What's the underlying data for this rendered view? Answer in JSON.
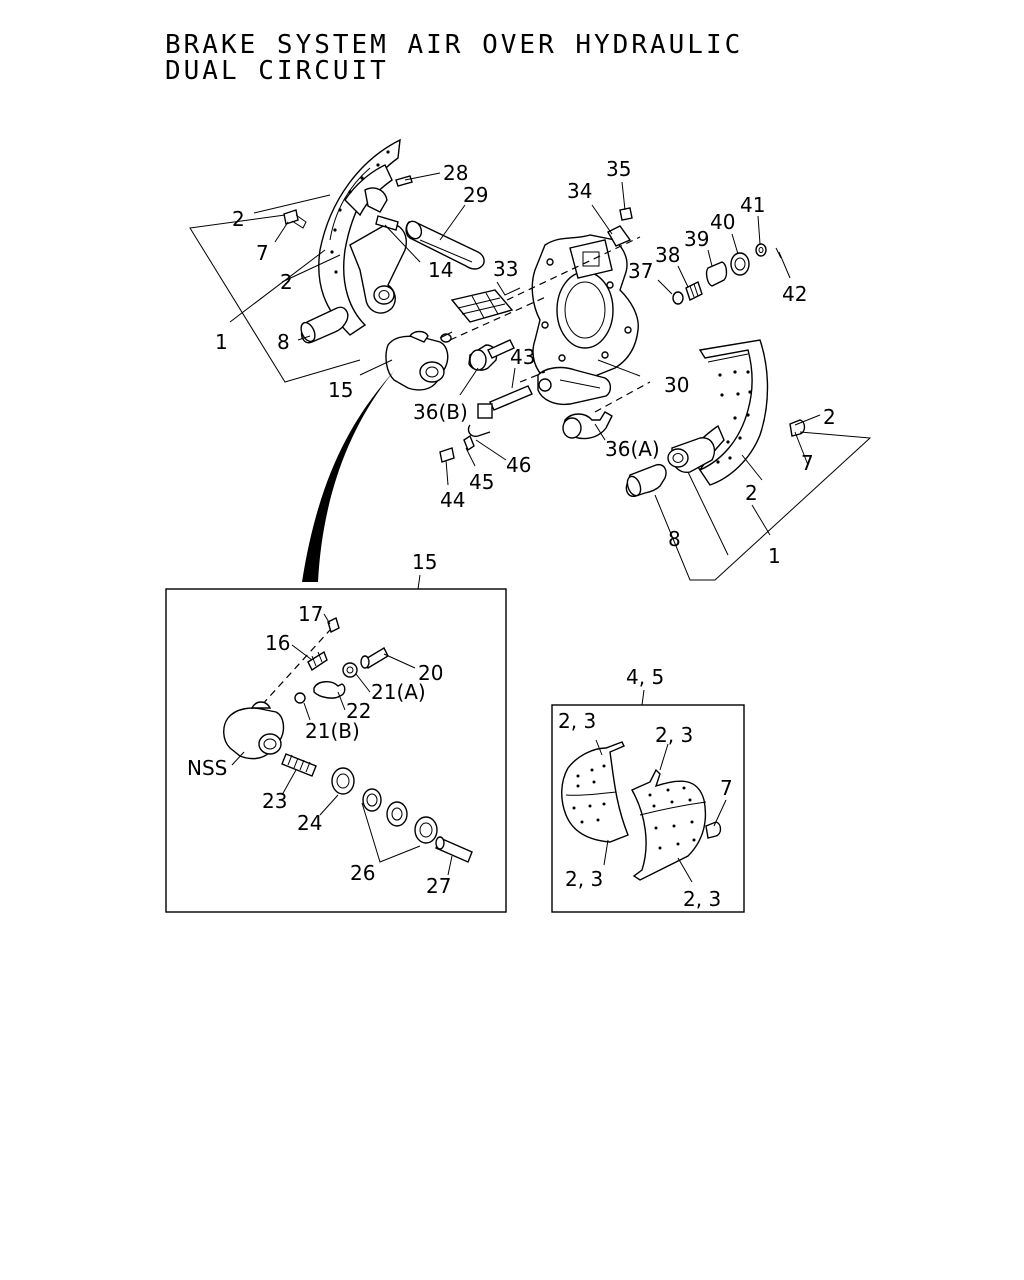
{
  "title": {
    "line1": "BRAKE SYSTEM AIR OVER HYDRAULIC",
    "line2": "DUAL CIRCUIT"
  },
  "callouts": {
    "c28": "28",
    "c29": "29",
    "c2_tl": "2",
    "c7_l": "7",
    "c2_l": "2",
    "c14": "14",
    "c1_l": "1",
    "c8_l": "8",
    "c15": "15",
    "c33": "33",
    "c34": "34",
    "c35": "35",
    "c37": "37",
    "c38": "38",
    "c39": "39",
    "c40": "40",
    "c41": "41",
    "c42": "42",
    "c43": "43",
    "c36b": "36(B)",
    "c30": "30",
    "c36a": "36(A)",
    "c46": "46",
    "c45": "45",
    "c44": "44",
    "c2_r": "2",
    "c7_r": "7",
    "c2_rb": "2",
    "c8_r": "8",
    "c1_r": "1"
  },
  "detail_15": {
    "heading": "15",
    "c17": "17",
    "c16": "16",
    "c20": "20",
    "c21a": "21(A)",
    "c22": "22",
    "c21b": "21(B)",
    "nss": "NSS",
    "c23": "23",
    "c24": "24",
    "c26": "26",
    "c27": "27"
  },
  "detail_45": {
    "heading": "4, 5",
    "c23_tl": "2, 3",
    "c23_tr": "2, 3",
    "c7": "7",
    "c23_bl": "2, 3",
    "c23_br": "2, 3"
  }
}
